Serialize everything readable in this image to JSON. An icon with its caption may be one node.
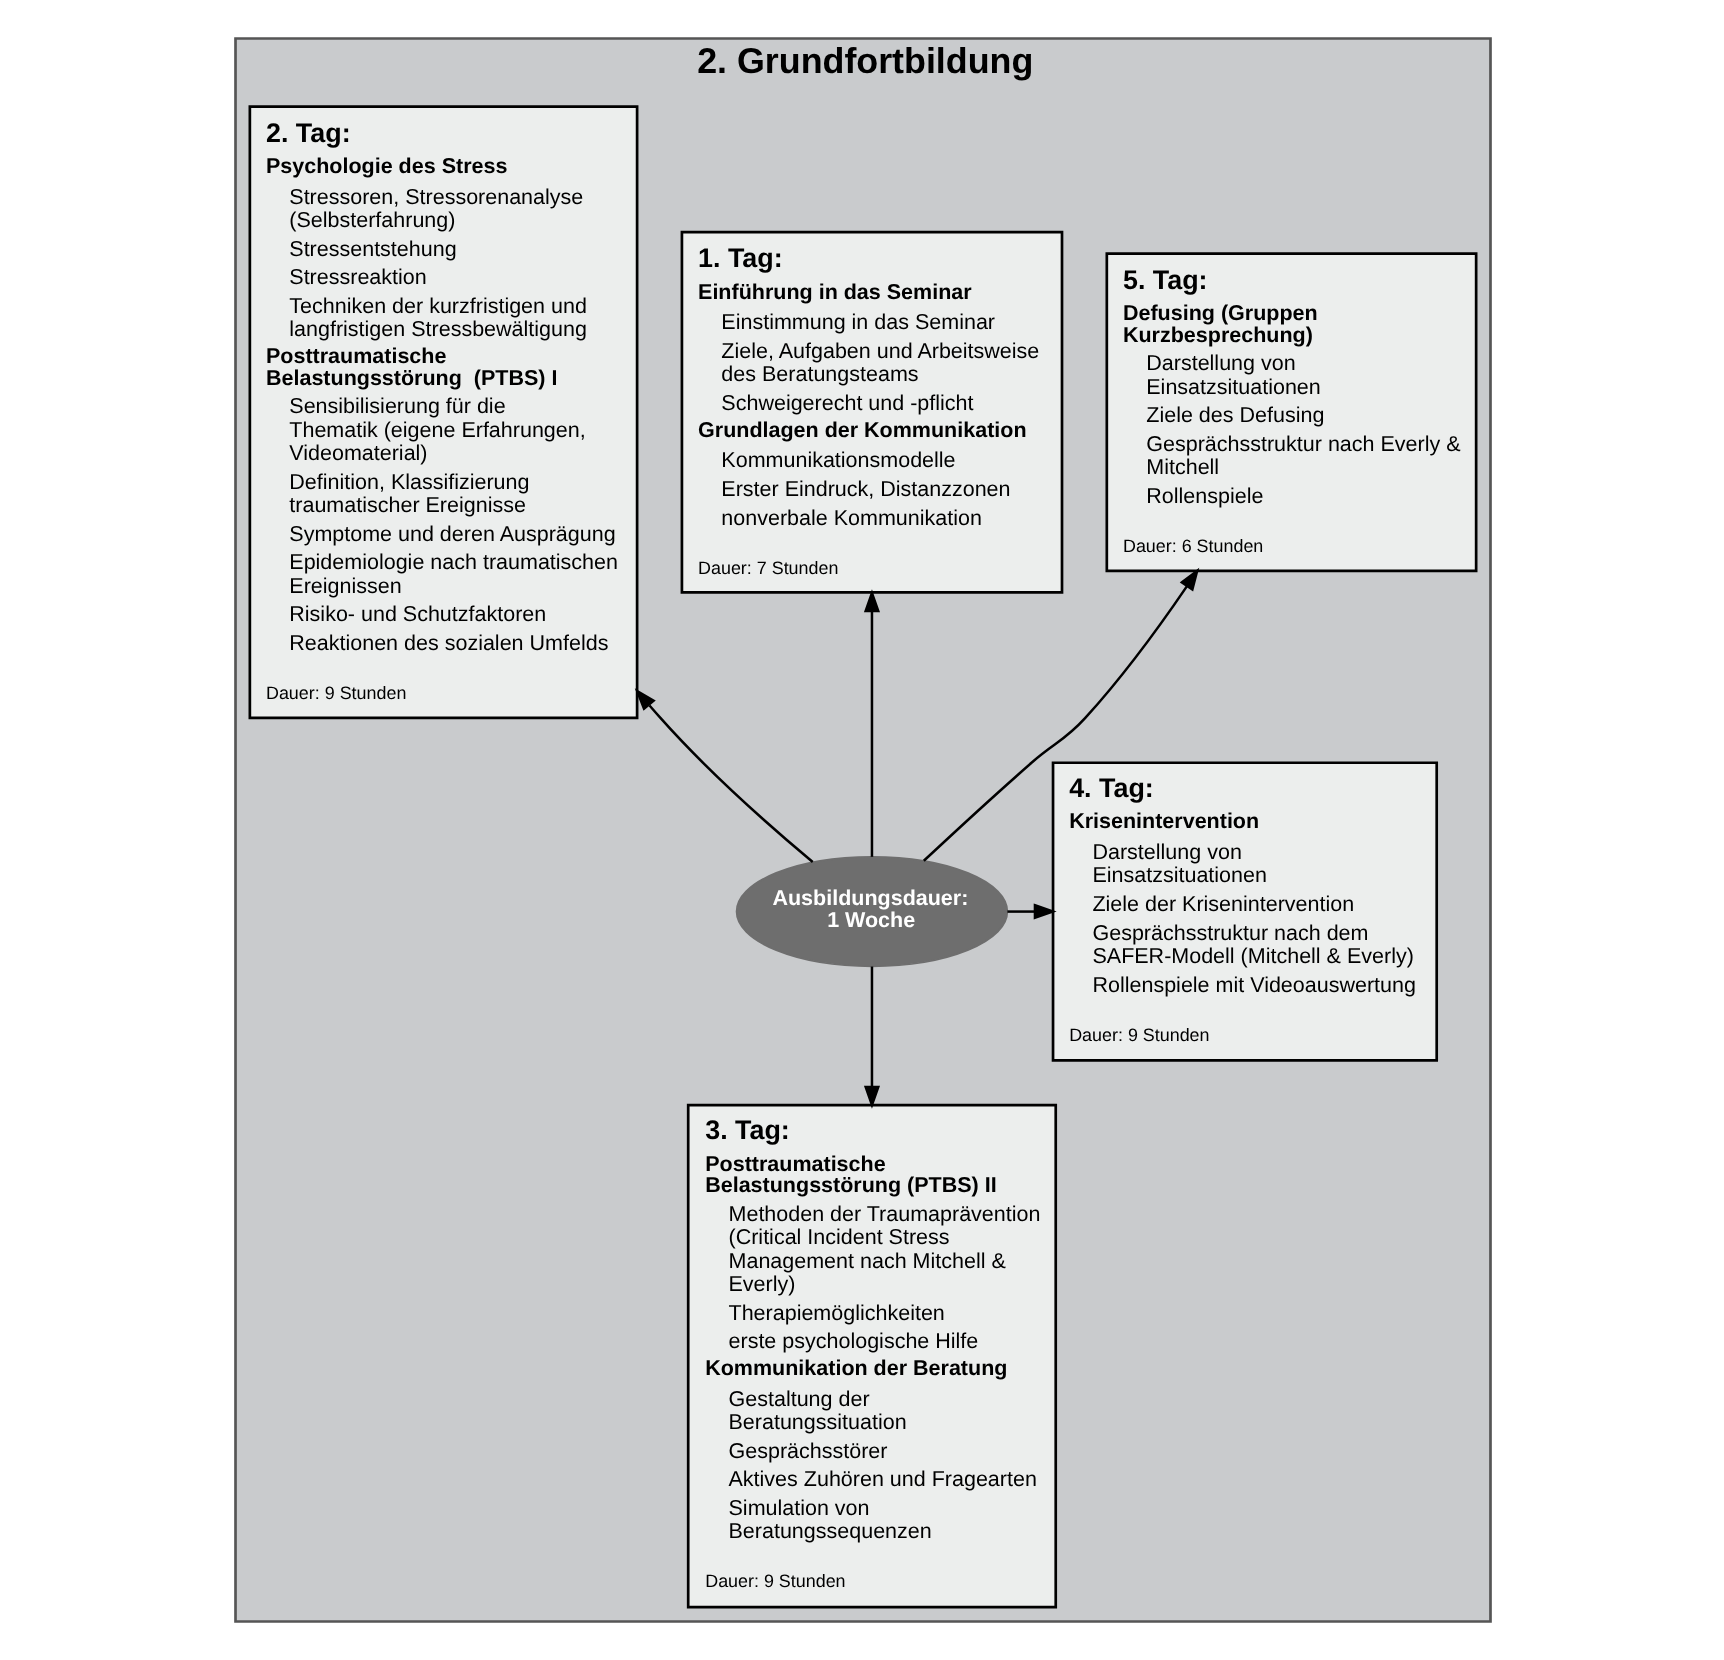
{
  "diagram": {
    "nodes": [
      {
        "text": [
          "2. Grundfortbildung"
        ]
      },
      {
        "text": [
          "5. Tag:",
          "Defusing (Gruppen Kurzbesprechung)",
          "Darstellung von Einsatzsituationen",
          "Ziele des Defusing",
          "Gesprächsstruktur nach Everly & Mitchell",
          "Rollenspiele",
          "Dauer: 6 Stunden"
        ],
        "in": 0
      },
      {
        "text": [
          "1. Tag:",
          "Einführung in das Seminar",
          "Einstimmung in das Seminar",
          "Ziele, Aufgaben und Arbeitsweise des Beratungsteams",
          "Schweigerecht und -pflicht",
          "Grundlagen der Kommunikation",
          "Kommunikationsmodelle",
          "Erster Eindruck, Distanzzonen",
          "nonverbale Kommunikation",
          "Dauer: 7 Stunden"
        ],
        "in": 0
      },
      {
        "text": [
          "2. Tag:",
          "Psychologie des Stress",
          "Stressoren, Stressorenanalyse (Selbsterfahrung)",
          "Stressentstehung",
          "Stressreaktion",
          "Techniken der kurzfristigen und langfristigen Stressbewältigung",
          "Posttraumatische Belastungsstörung  (PTBS) I",
          "Sensibilisierung für die Thematik (eigene Erfahrungen, Videomaterial)",
          "Definition, Klassifizierung traumatischer Ereignisse",
          "Symptome und deren Ausprägung",
          "Epidemiologie nach traumatischen Ereignissen",
          "Risiko- und Schutzfaktoren",
          "Reaktionen des sozialen Umfelds",
          "Dauer: 9 Stunden"
        ],
        "in": 0
      },
      {
        "text": [
          "4. Tag:",
          "Krisenintervention",
          "Darstellung von Einsatzsituationen",
          "Ziele der Krisenintervention",
          "Gesprächsstruktur nach dem SAFER-Modell (Mitchell & Everly)",
          "Rollenspiele mit Videoauswertung",
          "Dauer: 9 Stunden"
        ],
        "in": 0
      },
      {
        "text": [
          "Ausbildungsdauer: 1 Woche"
        ],
        "in": 0
      },
      {
        "text": [
          "3. Tag:",
          "Posttraumatische Belastungsstörung (PTBS) II",
          "Methoden der Traumaprävention (Critical Incident Stress Management nach Mitchell &  Everly)",
          "Therapiemöglichkeiten",
          "erste psychologische Hilfe",
          "Kommunikation der Beratung",
          "Gestaltung der Beratungssituation",
          "Gesprächsstörer",
          "Aktives Zuhören und Fragearten",
          "Simulation von Beratungssequenzen",
          "Dauer: 9 Stunden"
        ],
        "in": 0
      }
    ],
    "edges": [
      {
        "from": 5,
        "to": 1,
        "arrow": "to"
      },
      {
        "from": 5,
        "to": 2,
        "arrow": "to"
      },
      {
        "from": 5,
        "to": 3,
        "arrow": "to"
      },
      {
        "from": 5,
        "to": 4,
        "arrow": "to"
      },
      {
        "from": 5,
        "to": 6,
        "arrow": "to"
      }
    ]
  }
}
